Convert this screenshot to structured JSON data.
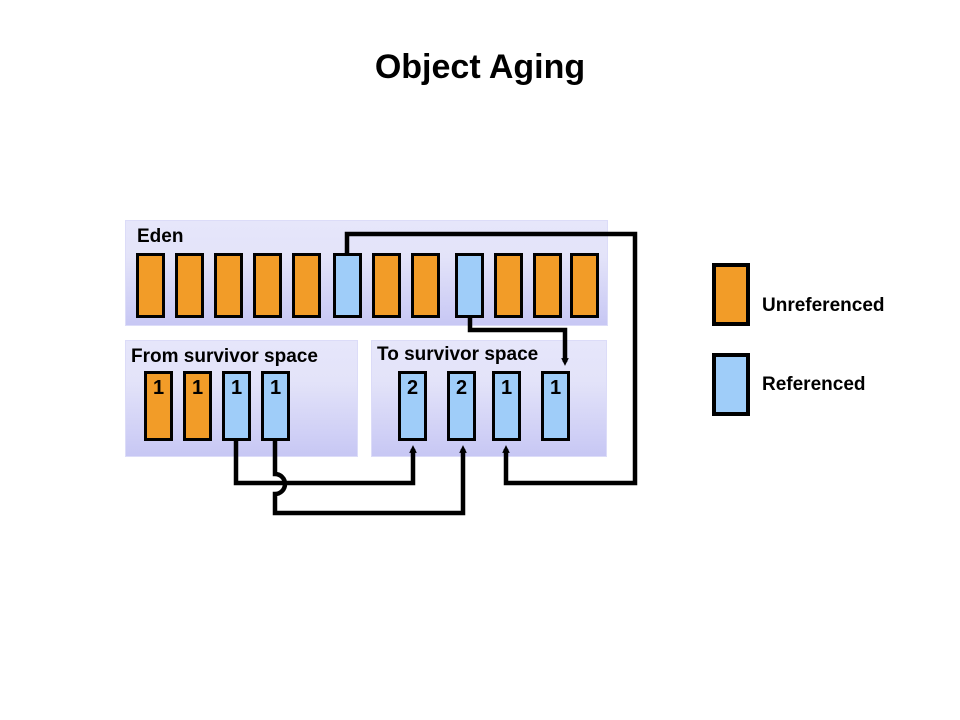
{
  "title": "Object Aging",
  "regions": {
    "eden": {
      "label": "Eden",
      "blocks": [
        {
          "state": "unreferenced",
          "age": ""
        },
        {
          "state": "unreferenced",
          "age": ""
        },
        {
          "state": "unreferenced",
          "age": ""
        },
        {
          "state": "unreferenced",
          "age": ""
        },
        {
          "state": "unreferenced",
          "age": ""
        },
        {
          "state": "referenced",
          "age": ""
        },
        {
          "state": "unreferenced",
          "age": ""
        },
        {
          "state": "unreferenced",
          "age": ""
        },
        {
          "state": "referenced",
          "age": ""
        },
        {
          "state": "unreferenced",
          "age": ""
        },
        {
          "state": "unreferenced",
          "age": ""
        },
        {
          "state": "unreferenced",
          "age": ""
        }
      ]
    },
    "from_survivor": {
      "label": "From survivor  space",
      "blocks": [
        {
          "state": "unreferenced",
          "age": "1"
        },
        {
          "state": "unreferenced",
          "age": "1"
        },
        {
          "state": "referenced",
          "age": "1"
        },
        {
          "state": "referenced",
          "age": "1"
        }
      ]
    },
    "to_survivor": {
      "label": "To survivor  space",
      "blocks": [
        {
          "state": "referenced",
          "age": "2"
        },
        {
          "state": "referenced",
          "age": "2"
        },
        {
          "state": "referenced",
          "age": "1"
        },
        {
          "state": "referenced",
          "age": "1"
        }
      ]
    }
  },
  "legend": {
    "items": [
      {
        "swatch": "orange",
        "label": "Unreferenced",
        "color": "#f29c28"
      },
      {
        "swatch": "blue",
        "label": "Referenced",
        "color": "#9fcdf9"
      }
    ]
  },
  "colors": {
    "unreferenced": "#f29c28",
    "referenced": "#9fcdf9",
    "panel_top": "#e6e6fa",
    "panel_bottom": "#c7c7f4",
    "stroke": "#000000",
    "background": "#ffffff"
  },
  "layout": {
    "eden_block_x": [
      136,
      175,
      214,
      253,
      292,
      347,
      386,
      425,
      470,
      509,
      548,
      575
    ],
    "from_block_x": [
      144,
      183,
      222,
      259
    ],
    "to_block_x": [
      398,
      443,
      490,
      540
    ]
  },
  "connectors": [
    {
      "name": "eden-ref-1-to-to-survivor-3",
      "from": "eden.blocks.5",
      "to": "to_survivor.blocks.2"
    },
    {
      "name": "eden-ref-2-to-to-survivor-4",
      "from": "eden.blocks.8",
      "to": "to_survivor.blocks.3"
    },
    {
      "name": "from-ref-1-to-to-survivor-1",
      "from": "from_survivor.blocks.2",
      "to": "to_survivor.blocks.0"
    },
    {
      "name": "from-ref-2-to-to-survivor-2",
      "from": "from_survivor.blocks.3",
      "to": "to_survivor.blocks.1"
    }
  ]
}
